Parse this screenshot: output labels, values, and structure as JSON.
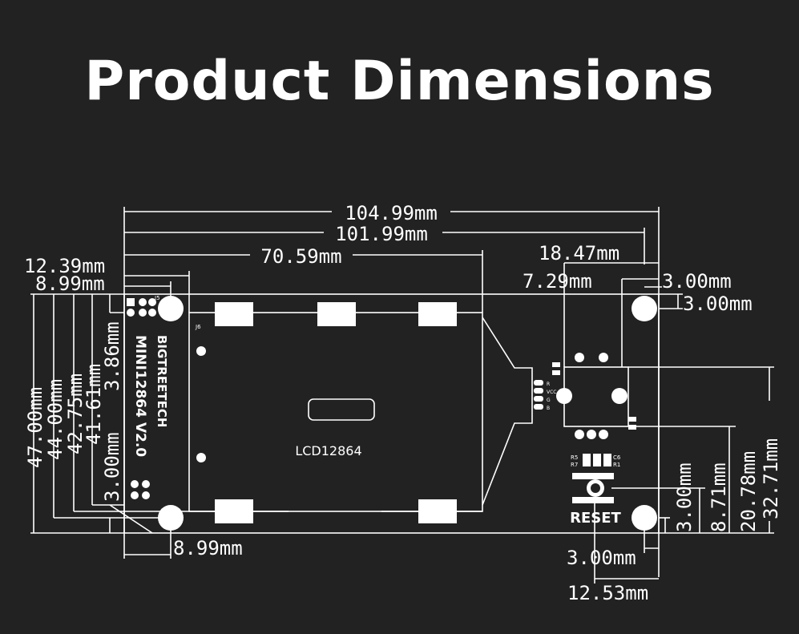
{
  "title": "Product Dimensions",
  "board": {
    "brand": "BIGTREETECH",
    "model": "MINI12864 V2.0",
    "display_label": "LCD12864",
    "reset_label": "RESET",
    "silk": {
      "j5": "J5",
      "j6": "J6",
      "r5": "R5",
      "r7": "R7",
      "c6": "C6",
      "r1": "R1",
      "pin_r": "R",
      "pin_vcc": "VCC",
      "pin_g": "G",
      "pin_b": "B"
    }
  },
  "dimensions": {
    "overall_width": "104.99mm",
    "hole_span_width": "101.99mm",
    "lcd_width": "70.59mm",
    "left_12_39": "12.39mm",
    "left_8_99_top": "8.99mm",
    "right_18_47": "18.47mm",
    "right_7_29": "7.29mm",
    "right_3_00_a": "3.00mm",
    "right_3_00_b": "3.00mm",
    "height_47_00": "47.00mm",
    "height_44_00": "44.00mm",
    "height_42_75": "42.75mm",
    "height_41_61": "41.61mm",
    "height_3_86": "3.86mm",
    "height_3_00_left": "3.00mm",
    "bottom_8_99": "8.99mm",
    "bottom_3_00": "3.00mm",
    "bottom_12_53": "12.53mm",
    "right_v_3_00": "3.00mm",
    "right_v_8_71": "8.71mm",
    "right_v_20_78": "20.78mm",
    "right_v_32_71": "32.71mm"
  },
  "colors": {
    "background": "#222222",
    "line": "#ffffff"
  }
}
